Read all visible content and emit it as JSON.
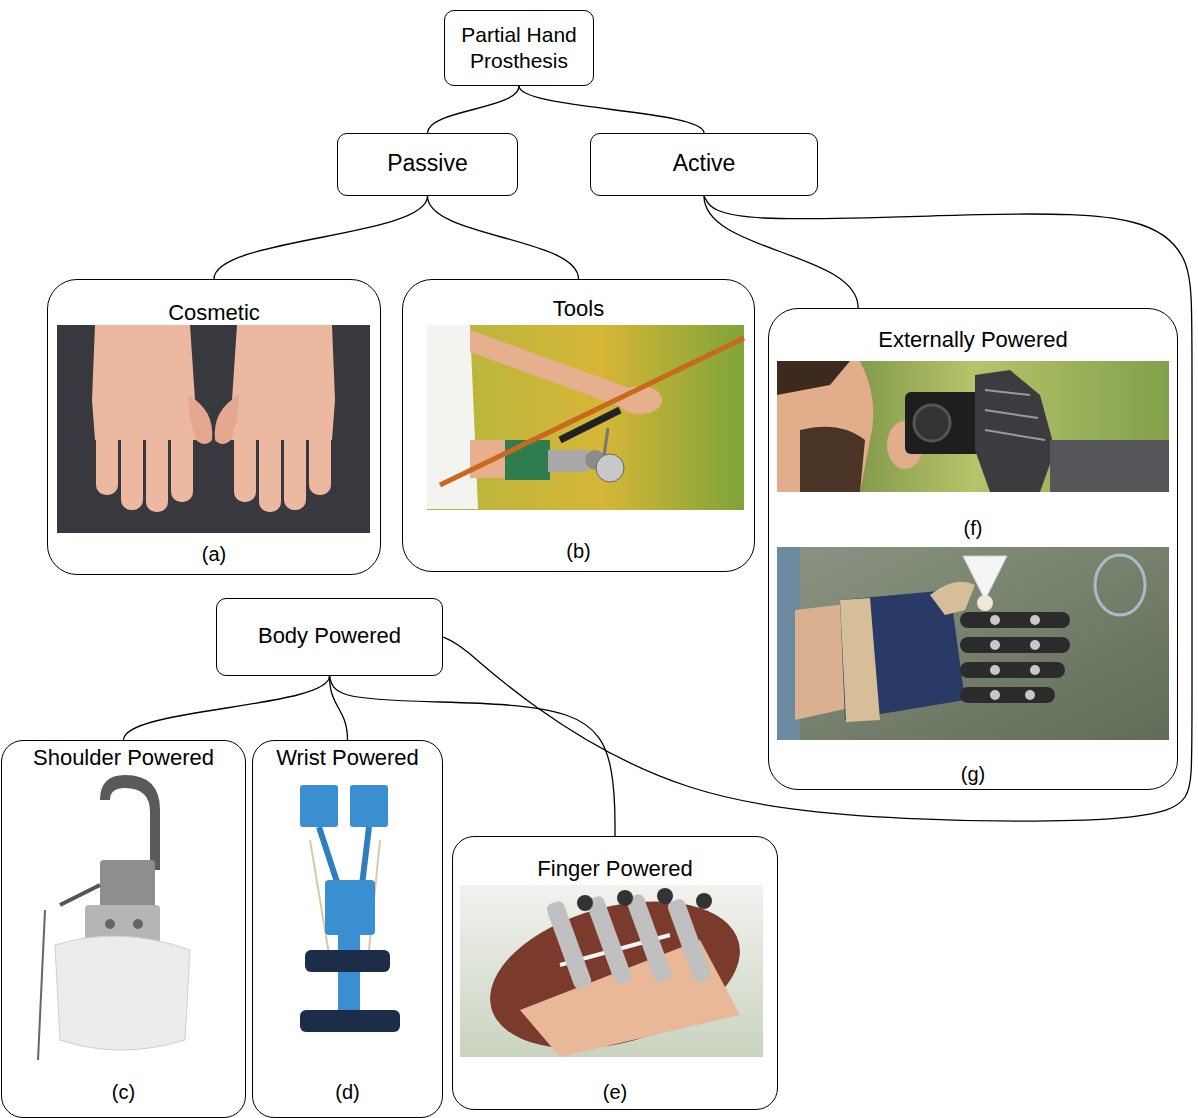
{
  "diagram": {
    "nodes": [
      {
        "text": [
          "Partial Hand Prosthesis"
        ]
      },
      {
        "text": [
          "Passive"
        ]
      },
      {
        "text": [
          "Active"
        ]
      },
      {
        "text": [
          "Cosmetic",
          "(a)"
        ]
      },
      {
        "text": [
          "Tools",
          "(b)"
        ]
      },
      {
        "text": [
          "Externally Powered",
          "(f)",
          "(g)"
        ]
      },
      {
        "text": [
          "Body Powered"
        ]
      },
      {
        "text": [
          "Shoulder Powered",
          "(c)"
        ]
      },
      {
        "text": [
          "Wrist Powered",
          "(d)"
        ]
      },
      {
        "text": [
          "Finger Powered",
          "(e)"
        ]
      }
    ],
    "edges": [
      {
        "from": 0,
        "to": 1,
        "arrow": "none"
      },
      {
        "from": 0,
        "to": 2,
        "arrow": "none"
      },
      {
        "from": 1,
        "to": 3,
        "arrow": "none"
      },
      {
        "from": 1,
        "to": 4,
        "arrow": "none"
      },
      {
        "from": 2,
        "to": 5,
        "arrow": "none"
      },
      {
        "from": 2,
        "to": 6,
        "arrow": "none"
      },
      {
        "from": 6,
        "to": 7,
        "arrow": "none"
      },
      {
        "from": 6,
        "to": 8,
        "arrow": "none"
      },
      {
        "from": 6,
        "to": 9,
        "arrow": "none"
      }
    ]
  }
}
